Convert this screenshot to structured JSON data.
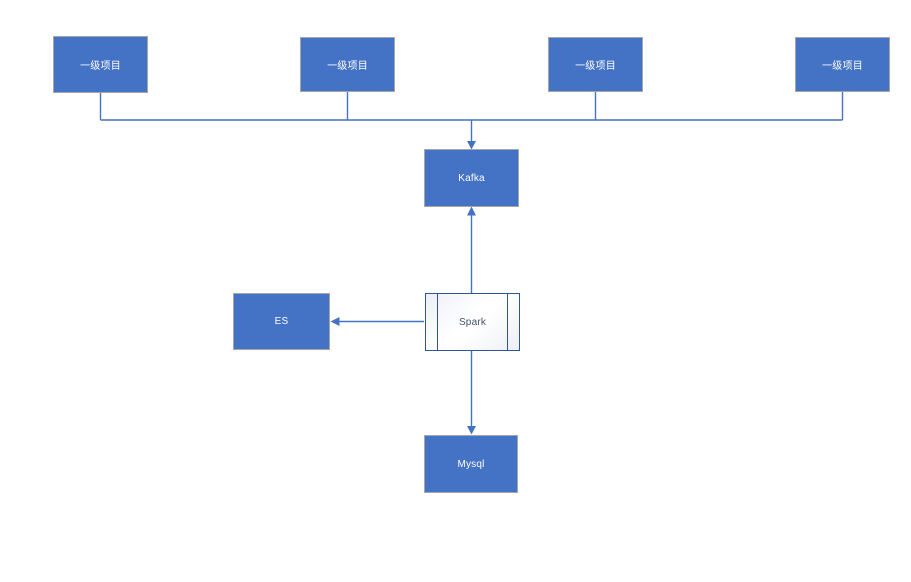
{
  "diagram": {
    "type": "flowchart",
    "background": "#ffffff",
    "colors": {
      "node_fill": "#4472C4",
      "node_border": "#a6a6a6",
      "node_text": "#ffffff",
      "connector": "#4472C4",
      "spark_border": "#2f5597",
      "spark_text": "#44546a"
    },
    "nodes": {
      "project1": {
        "label": "一级项目",
        "shape": "rectangle"
      },
      "project2": {
        "label": "一级项目",
        "shape": "rectangle"
      },
      "project3": {
        "label": "一级项目",
        "shape": "rectangle"
      },
      "project4": {
        "label": "一级项目",
        "shape": "rectangle"
      },
      "kafka": {
        "label": "Kafka",
        "shape": "rectangle"
      },
      "spark": {
        "label": "Spark",
        "shape": "predefined-process"
      },
      "es": {
        "label": "ES",
        "shape": "rectangle"
      },
      "mysql": {
        "label": "Mysql",
        "shape": "rectangle"
      }
    },
    "edges": [
      {
        "from": "project1",
        "to": "kafka",
        "arrow": "to"
      },
      {
        "from": "project2",
        "to": "kafka",
        "arrow": "to"
      },
      {
        "from": "project3",
        "to": "kafka",
        "arrow": "to"
      },
      {
        "from": "project4",
        "to": "kafka",
        "arrow": "to"
      },
      {
        "from": "spark",
        "to": "kafka",
        "arrow": "to"
      },
      {
        "from": "spark",
        "to": "es",
        "arrow": "to"
      },
      {
        "from": "spark",
        "to": "mysql",
        "arrow": "to"
      }
    ]
  }
}
